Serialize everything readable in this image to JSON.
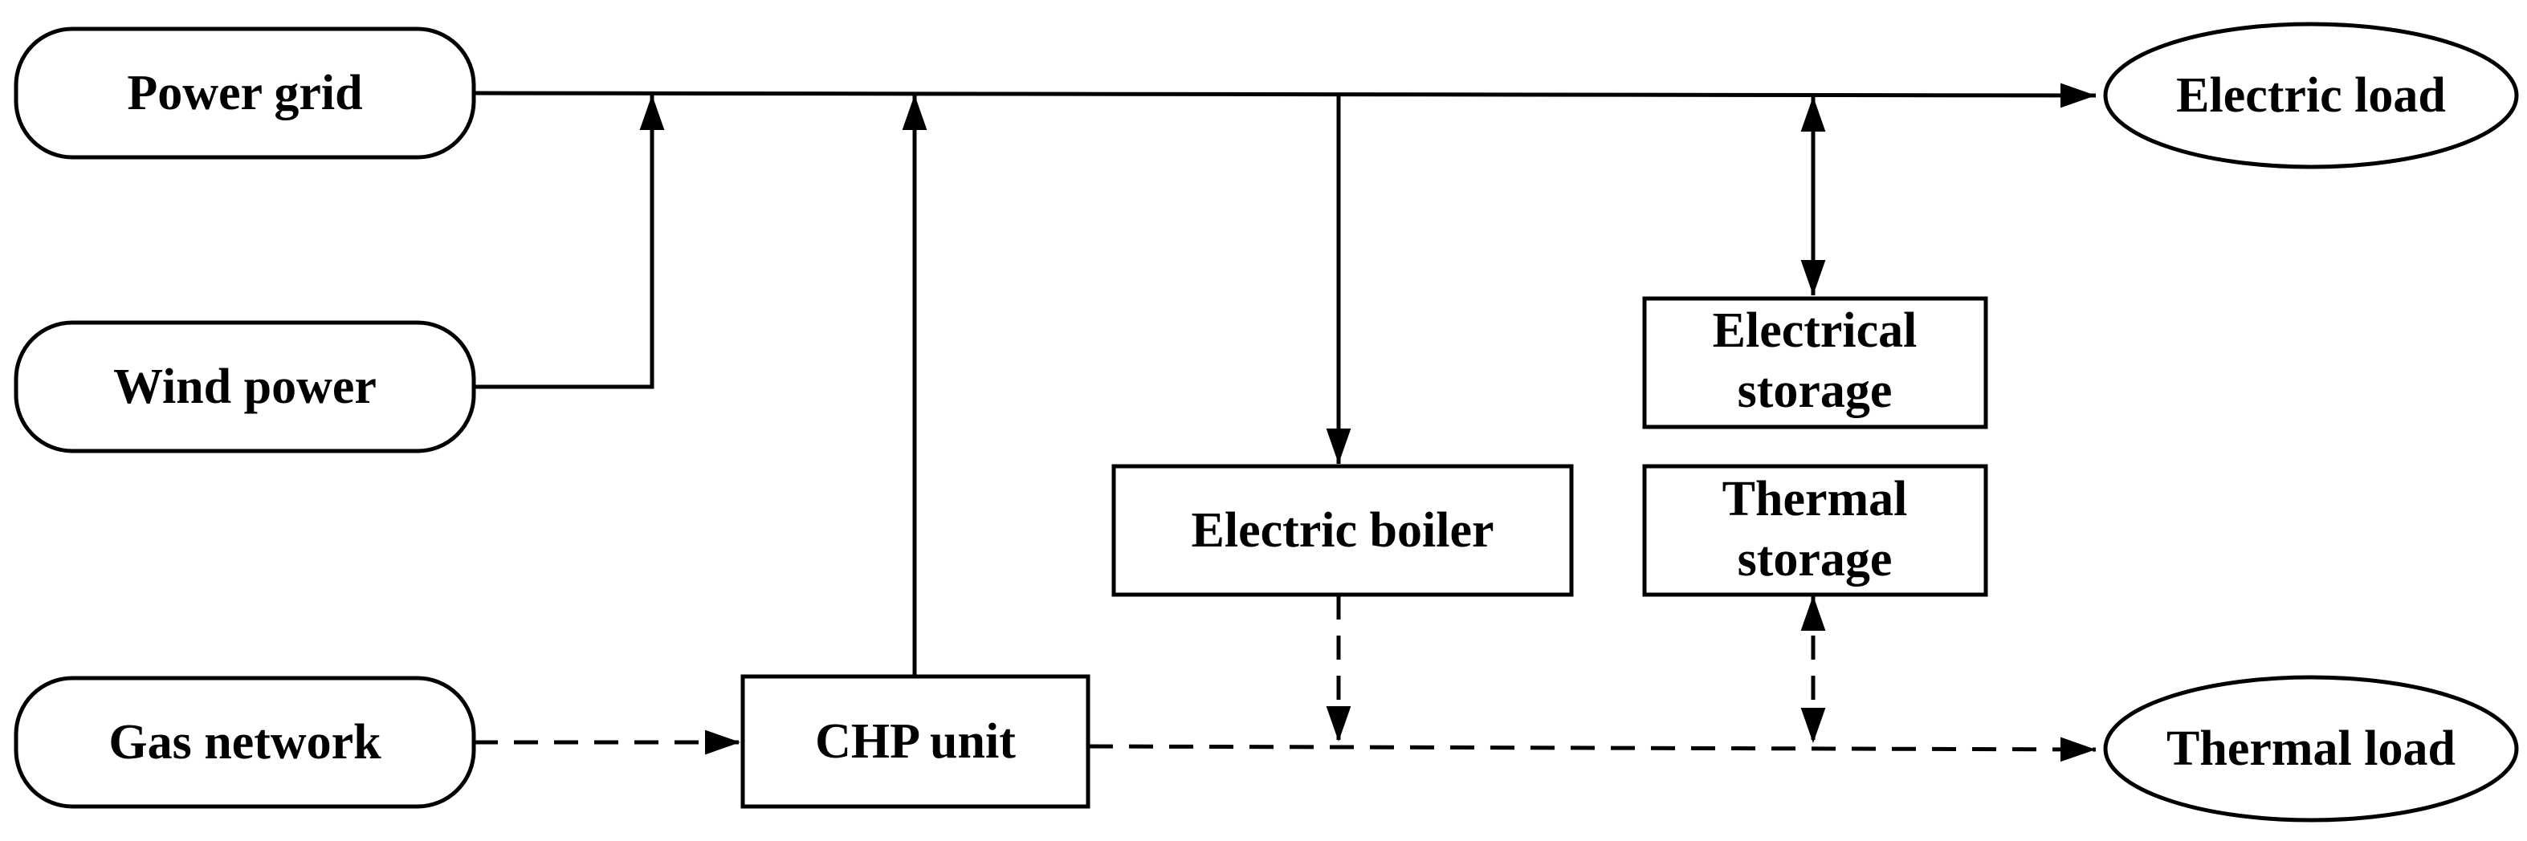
{
  "diagram": {
    "nodes": {
      "power_grid": "Power grid",
      "wind_power": "Wind power",
      "gas_network": "Gas network",
      "chp_unit": "CHP unit",
      "electric_boiler": "Electric boiler",
      "electrical_storage": [
        "Electrical",
        "storage"
      ],
      "thermal_storage": [
        "Thermal",
        "storage"
      ],
      "electric_load": "Electric load",
      "thermal_load": "Thermal load"
    },
    "connections": [
      {
        "from": "Power grid",
        "to": "Electric load",
        "style": "solid"
      },
      {
        "from": "Wind power",
        "to": "electric bus",
        "style": "solid"
      },
      {
        "from": "CHP unit",
        "to": "electric bus",
        "style": "solid"
      },
      {
        "from": "electric bus",
        "to": "Electric boiler",
        "style": "solid"
      },
      {
        "from": "electric bus",
        "to": "Electrical storage",
        "style": "solid",
        "bidirectional": true
      },
      {
        "from": "Gas network",
        "to": "CHP unit",
        "style": "dashed"
      },
      {
        "from": "CHP unit",
        "to": "Thermal load",
        "style": "dashed"
      },
      {
        "from": "Electric boiler",
        "to": "thermal bus",
        "style": "dashed"
      },
      {
        "from": "thermal bus",
        "to": "Thermal storage",
        "style": "dashed",
        "bidirectional": true
      }
    ]
  }
}
